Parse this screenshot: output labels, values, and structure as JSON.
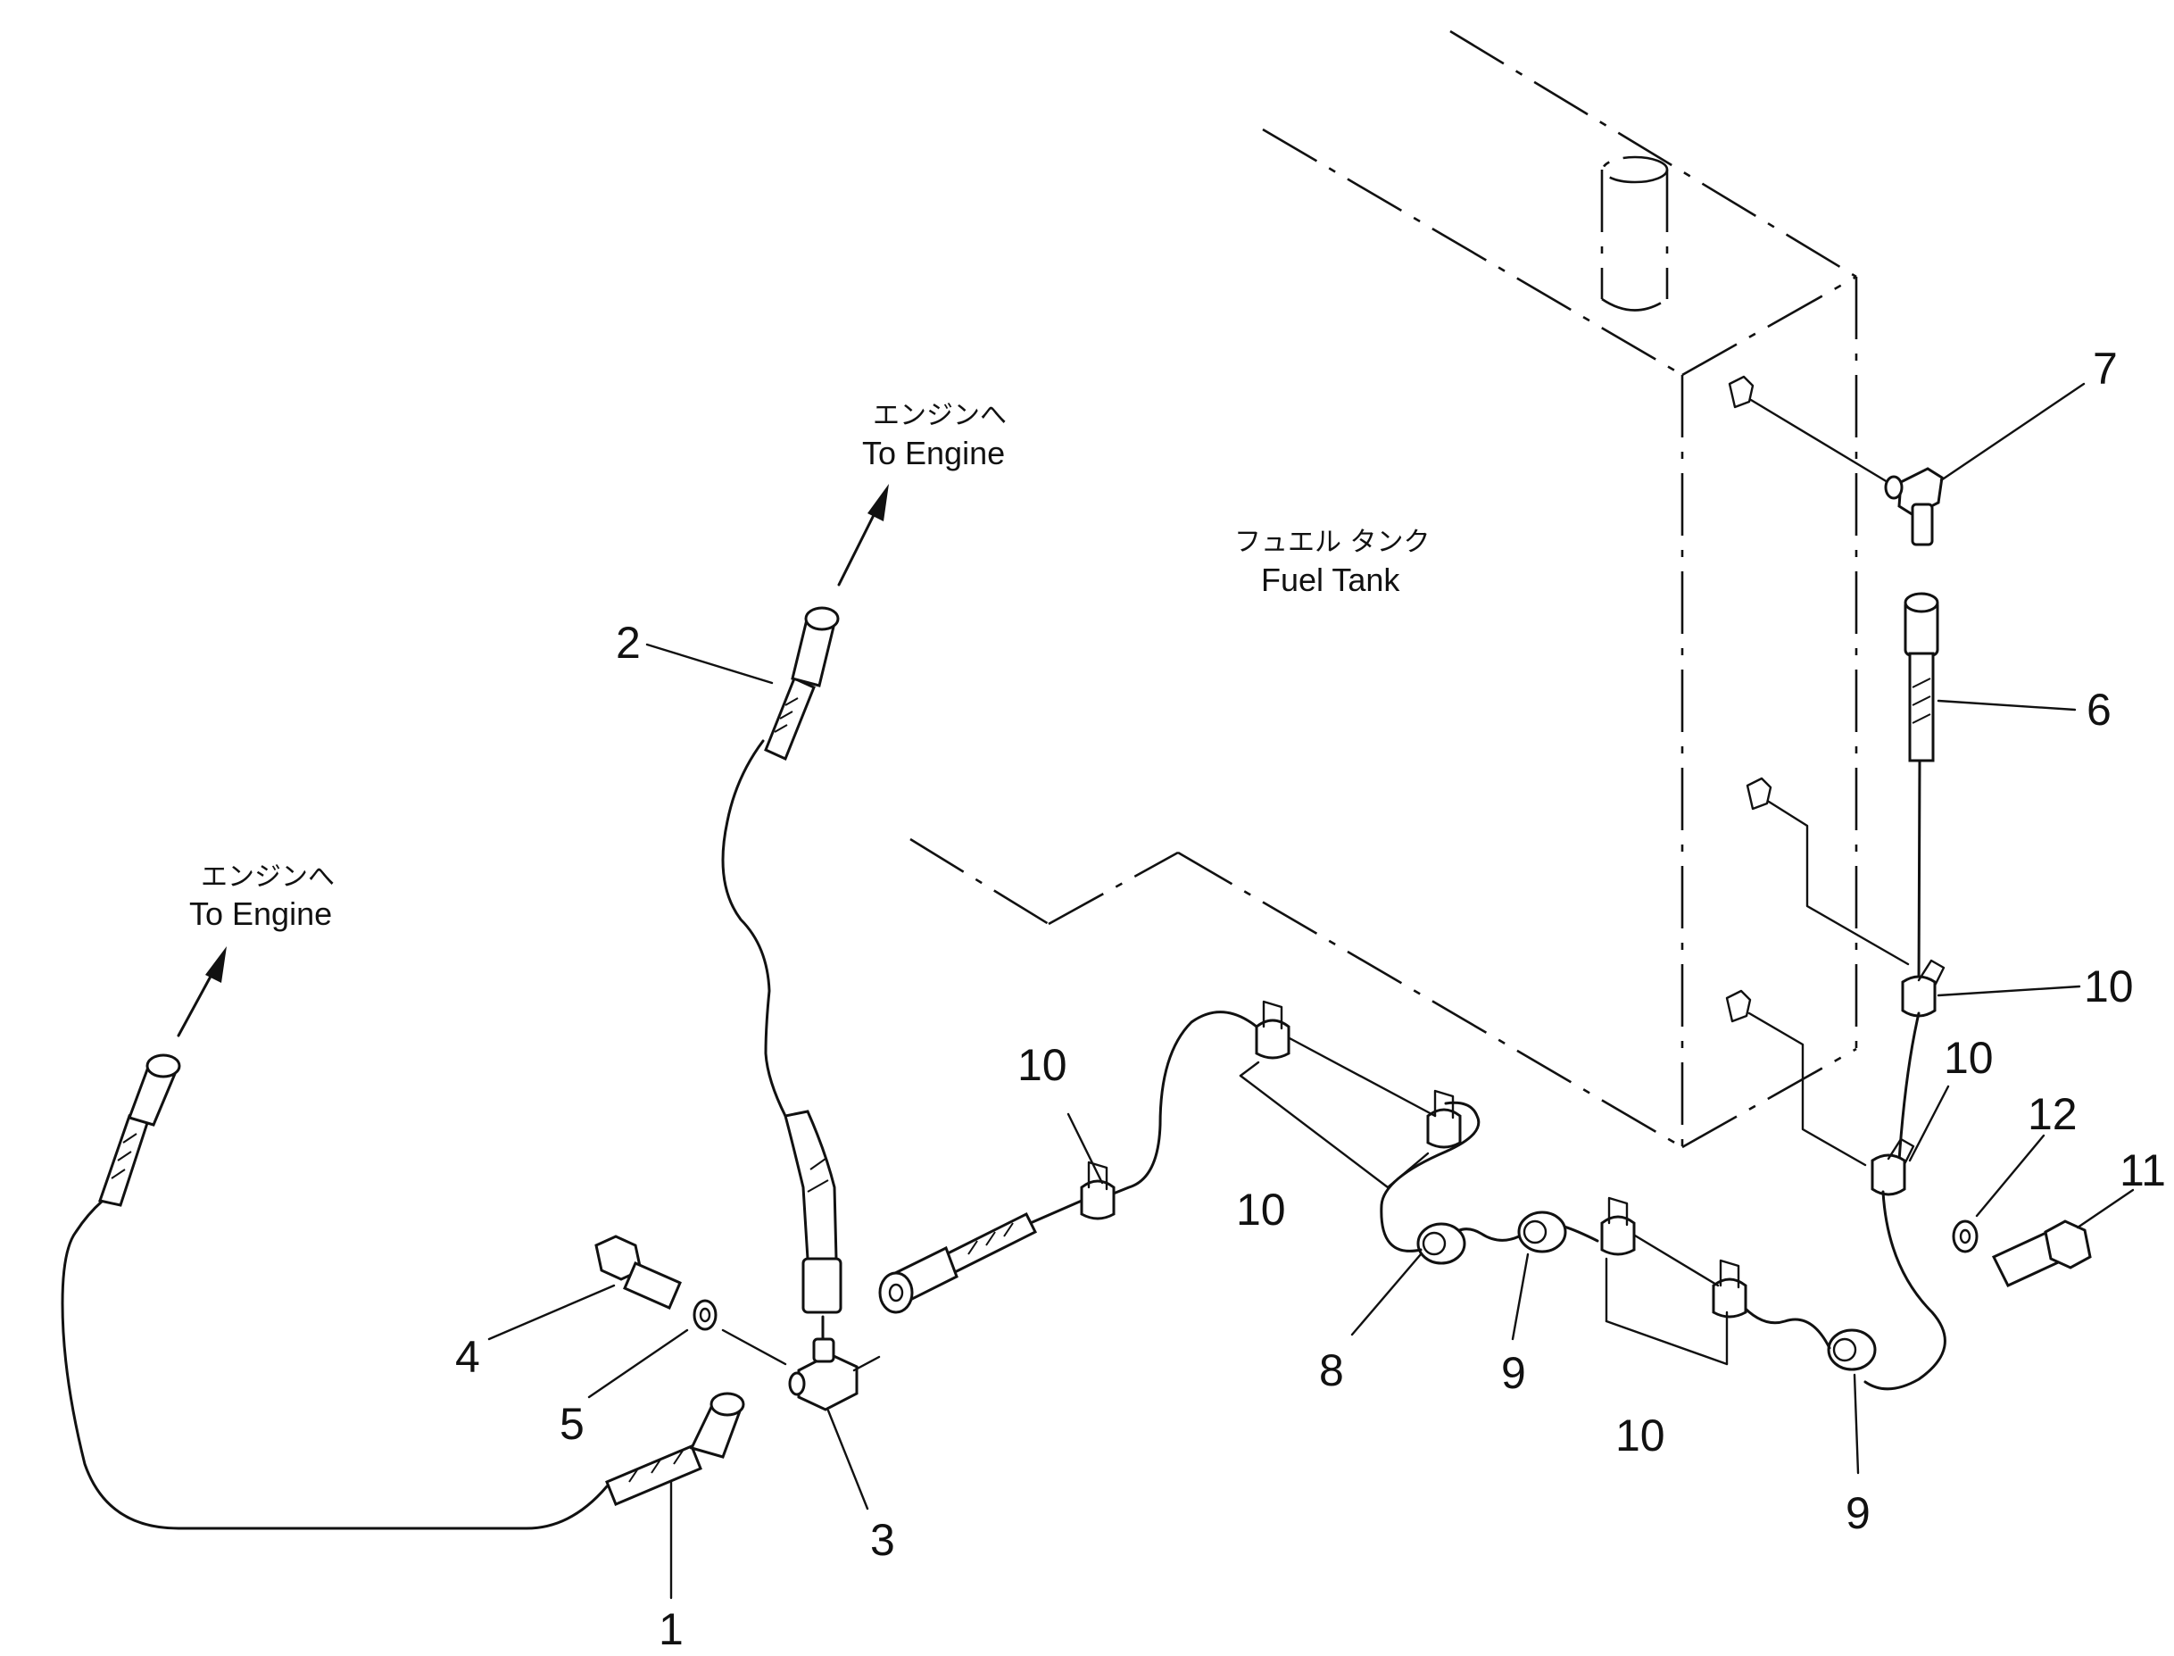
{
  "labels": {
    "fuel_tank_jp": "フュエル タンク",
    "fuel_tank_en": "Fuel Tank",
    "to_engine_upper_jp": "エンジンへ",
    "to_engine_upper_en": "To Engine",
    "to_engine_lower_jp": "エンジンへ",
    "to_engine_lower_en": "To Engine"
  },
  "callouts": {
    "p1": "1",
    "p2": "2",
    "p3": "3",
    "p4": "4",
    "p5": "5",
    "p6": "6",
    "p7": "7",
    "p8": "8",
    "p9a": "9",
    "p9b": "9",
    "p10a": "10",
    "p10b": "10",
    "p10c": "10",
    "p10d": "10",
    "p10e": "10",
    "p11": "11",
    "p12": "12"
  }
}
